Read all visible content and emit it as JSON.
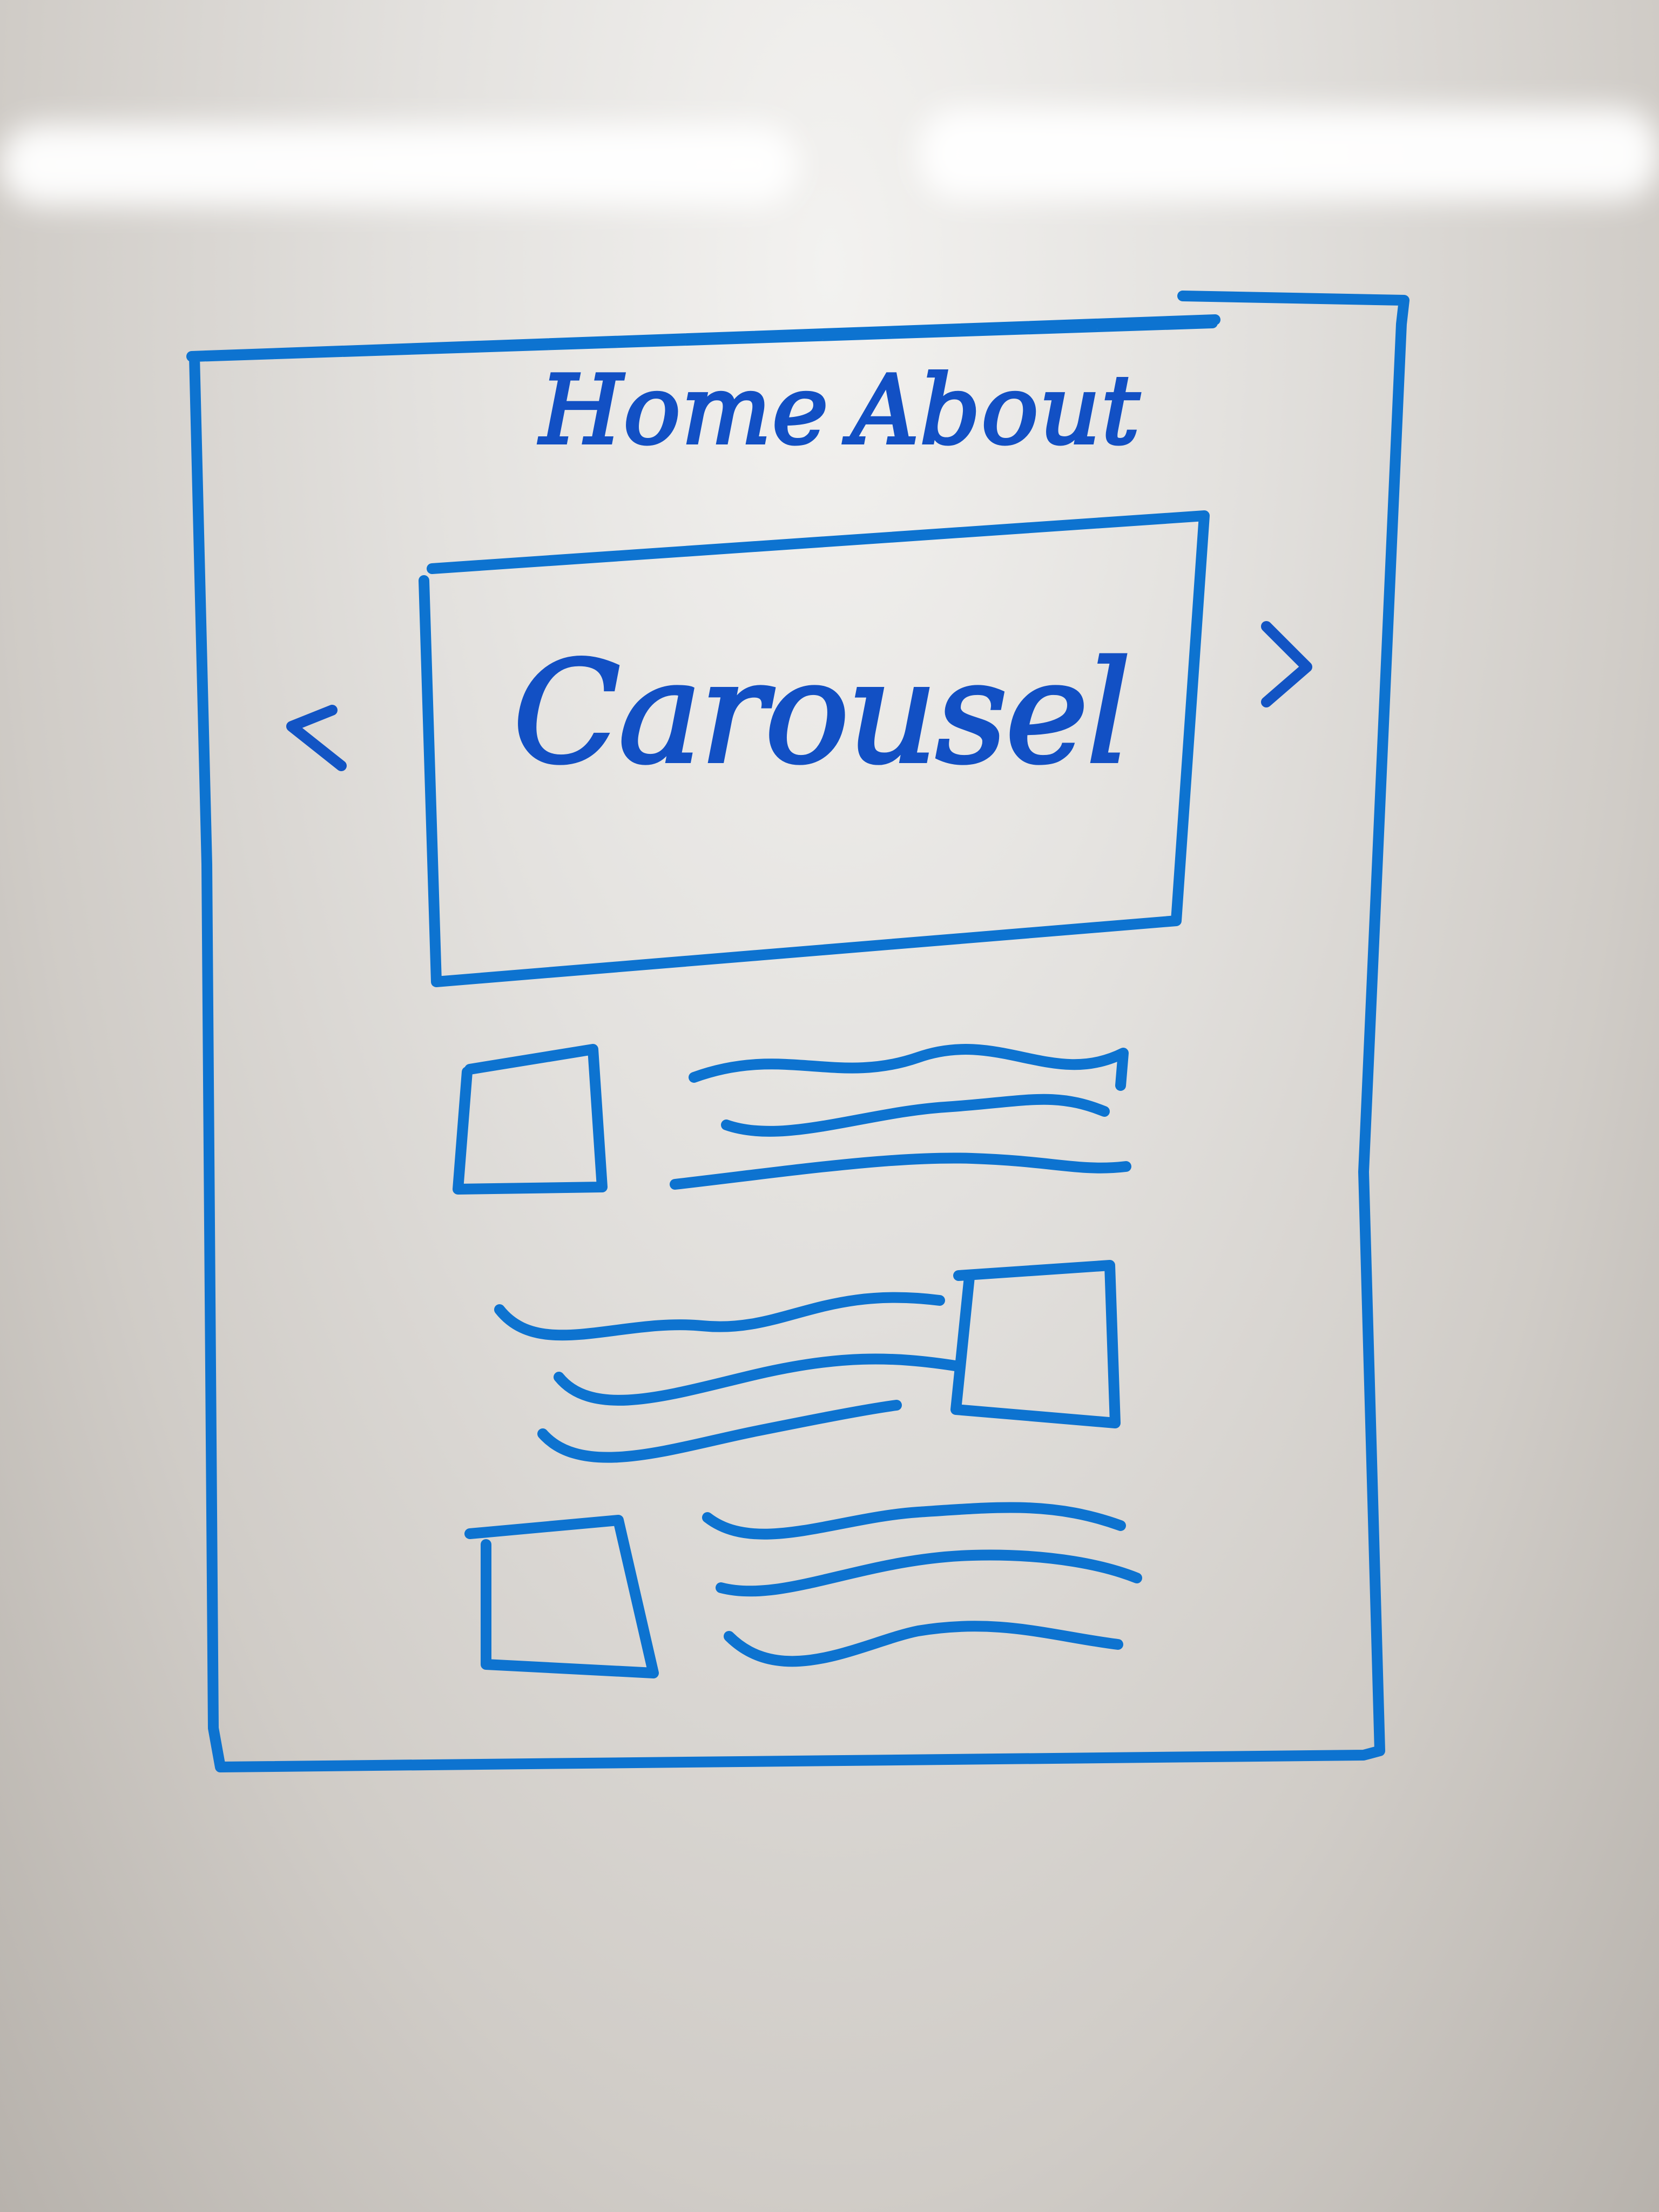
{
  "nav": {
    "items": [
      {
        "label": "Home"
      },
      {
        "label": "About"
      }
    ]
  },
  "carousel": {
    "label": "Carousel",
    "prev_arrow": "<",
    "next_arrow": ">"
  },
  "content_rows": [
    {
      "image_side": "left",
      "text_lines": 3
    },
    {
      "image_side": "right",
      "text_lines": 3
    },
    {
      "image_side": "left",
      "text_lines": 3
    }
  ],
  "colors": {
    "marker": "#0d73d0",
    "marker_dark": "#1254c4",
    "board": "#e3e1de"
  }
}
